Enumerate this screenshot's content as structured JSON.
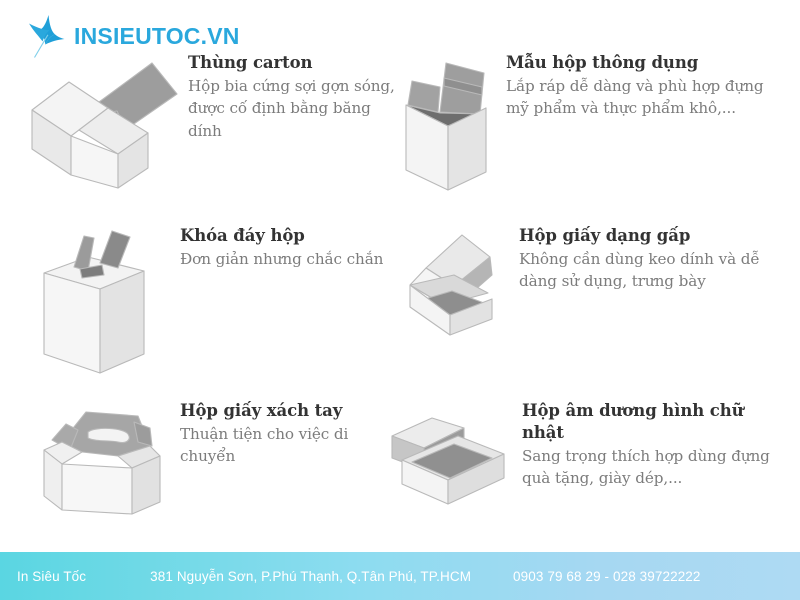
{
  "logo": {
    "brand_text": "INSIEUTOC.VN",
    "mark_icon": "sparkle-star-icon",
    "color": "#2aa8dd"
  },
  "items": [
    {
      "title": "Thùng carton",
      "desc": "Hộp  bia cứng sợi gợn sóng, được cố định bằng băng dính",
      "art_icon": "carton-box-open-flaps-illustration"
    },
    {
      "title": "Mẫu hộp thông dụng",
      "desc": "Lắp ráp dễ dàng và phù hợp đựng mỹ phẩm và thực phẩm khô,...",
      "art_icon": "tall-box-open-top-illustration"
    },
    {
      "title": "Khóa đáy hộp",
      "desc": "Đơn giản nhưng chắc chắn",
      "art_icon": "lock-bottom-box-illustration"
    },
    {
      "title": "Hộp giấy dạng gấp",
      "desc": "Không cần dùng keo dính và dễ dàng sử dụng, trưng bày",
      "art_icon": "folding-mailer-box-illustration"
    },
    {
      "title": "Hộp giấy xách tay",
      "desc": "Thuận tiện cho việc di chuyển",
      "art_icon": "handle-gable-box-illustration"
    },
    {
      "title": "Hộp âm dương hình chữ nhật",
      "desc": "Sang trọng thích hợp dùng đựng quà tặng, giày dép,...",
      "art_icon": "lid-and-base-rectangular-box-illustration"
    }
  ],
  "footer": {
    "brand": "In Siêu Tốc",
    "address": "381 Nguyễn Sơn, P.Phú Thạnh, Q.Tân Phú, TP.HCM",
    "phone": "0903 79 68 29 - 028 39722222",
    "gradient_from": "#5ad6e2",
    "gradient_to": "#aedaf3",
    "text_color": "#ffffff"
  },
  "palette": {
    "background": "#ffffff",
    "heading": "#333333",
    "body_text": "#7c7c7c",
    "box_face_light": "#f2f2f2",
    "box_face_mid": "#e2e2e2",
    "box_face_dark": "#a8a8a8",
    "box_outline": "#bfbfbf"
  }
}
